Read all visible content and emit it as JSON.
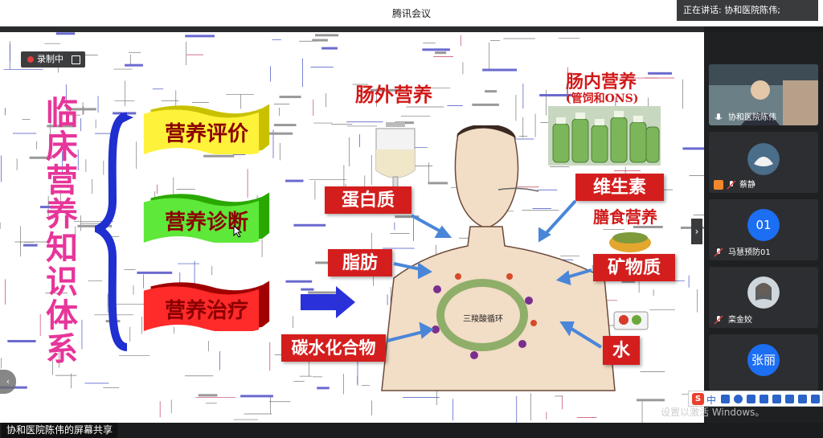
{
  "window": {
    "title": "腾讯会议"
  },
  "speaking": {
    "label": "正在讲话: 协和医院陈伟;"
  },
  "recording": {
    "label": "录制中"
  },
  "share": {
    "label": "协和医院陈伟的屏幕共享"
  },
  "slide": {
    "vertical_title": [
      "临",
      "床",
      "营",
      "养",
      "知",
      "识",
      "体",
      "系"
    ],
    "banners": [
      {
        "label": "营养评价",
        "color_top": "#fff23a",
        "color_side": "#c9c100"
      },
      {
        "label": "营养诊断",
        "color_top": "#5ee83a",
        "color_side": "#2aa800"
      },
      {
        "label": "营养治疗",
        "color_top": "#ff2a2a",
        "color_side": "#a00000"
      }
    ],
    "parenteral": "肠外营养",
    "enteral": "肠内营养",
    "enteral_sub": "(管饲和ONS)",
    "nutrients_left": [
      "蛋白质",
      "脂肪",
      "碳水化合物"
    ],
    "nutrients_right": [
      "维生素",
      "矿物质",
      "水"
    ],
    "diet_label": "膳食营养",
    "cycle_label": "三羧酸循环"
  },
  "participants": [
    {
      "name": "协和医院陈伟",
      "type": "video"
    },
    {
      "name": "蔡静",
      "type": "photo"
    },
    {
      "name": "马慧预防01",
      "type": "initials",
      "initials": "01",
      "color": "#1c6ef2"
    },
    {
      "name": "栾金姣",
      "type": "photo"
    },
    {
      "name": "张丽",
      "type": "initials",
      "initials": "张丽",
      "color": "#1c6ef2"
    }
  ],
  "ime": {
    "brand": "S",
    "mode": "中"
  },
  "watermark": {
    "text": "设置以激活 Windows。"
  },
  "icons": {
    "mic": "mic-icon",
    "expand": "chevron-right-icon",
    "record": "record-dot-icon"
  }
}
